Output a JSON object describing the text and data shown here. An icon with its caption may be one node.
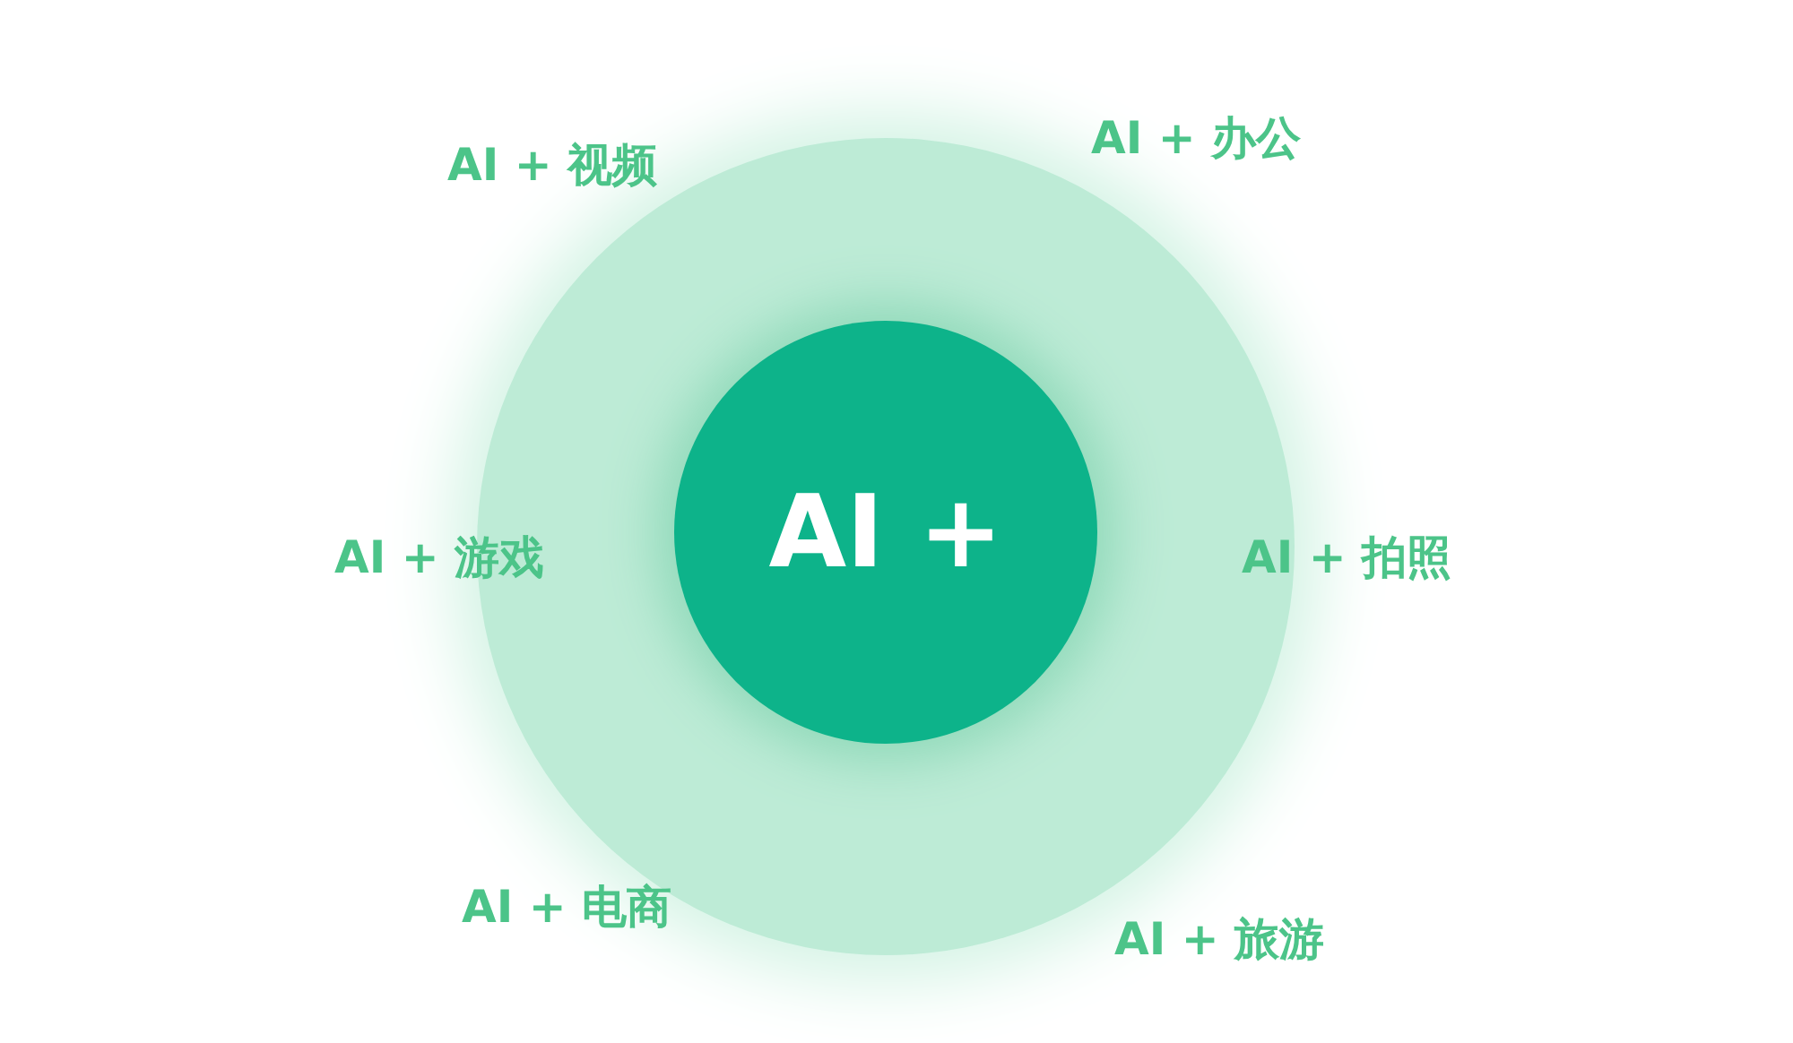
{
  "diagram": {
    "nodes": [
      {
        "text": [],
        "shape": "circle"
      },
      {
        "text": [
          "AI +"
        ],
        "in": 0
      }
    ],
    "labels": [
      "AI + 视频",
      "AI + 办公",
      "AI + 游戏",
      "AI + 拍照",
      "AI + 电商",
      "AI + 旅游"
    ]
  }
}
